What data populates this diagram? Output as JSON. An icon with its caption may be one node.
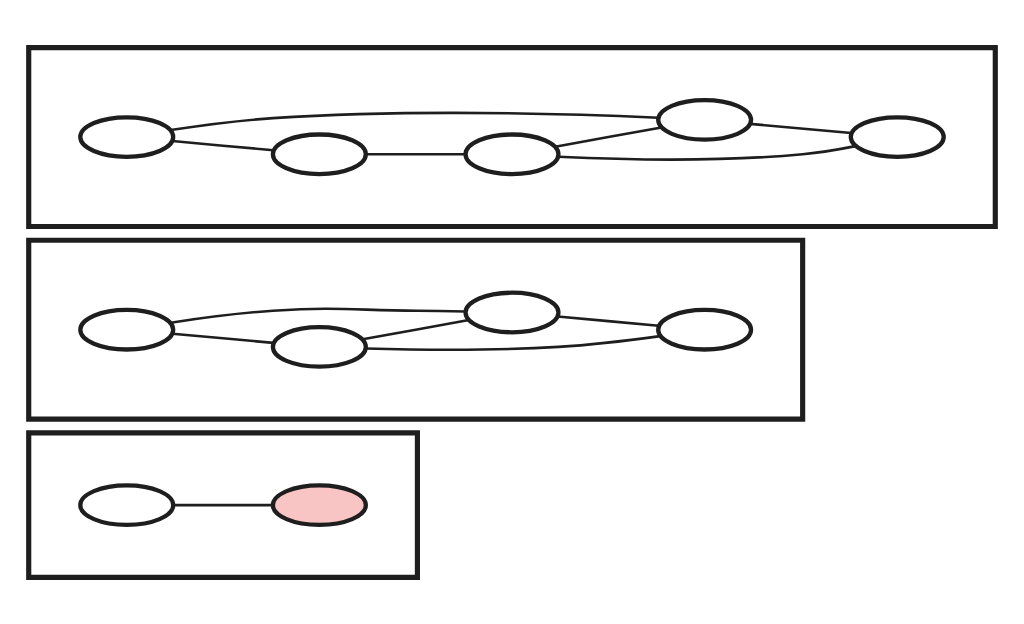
{
  "diagram": {
    "nodes": [
      {
        "text": [],
        "shape": "parallelogram"
      },
      {
        "text": [],
        "shape": "ellipse",
        "in": 0
      },
      {
        "text": [],
        "shape": "ellipse",
        "in": 0
      },
      {
        "text": [],
        "shape": "parallelogram"
      },
      {
        "text": [],
        "shape": "ellipse",
        "in": 3
      },
      {
        "text": [],
        "shape": "ellipse",
        "in": 3
      },
      {
        "text": [],
        "shape": "ellipse",
        "in": 3
      },
      {
        "text": [],
        "shape": "ellipse",
        "in": 3
      },
      {
        "text": [],
        "shape": "parallelogram"
      },
      {
        "text": [],
        "shape": "ellipse",
        "in": 8
      },
      {
        "text": [],
        "shape": "ellipse",
        "in": 8
      },
      {
        "text": [],
        "shape": "ellipse",
        "in": 8
      },
      {
        "text": [],
        "shape": "ellipse",
        "in": 8
      },
      {
        "text": [],
        "shape": "ellipse",
        "in": 8
      }
    ],
    "edges": [
      {
        "from": 1,
        "to": 2,
        "arrow": "none"
      },
      {
        "from": 4,
        "to": 5,
        "arrow": "none"
      },
      {
        "from": 4,
        "to": 7,
        "arrow": "none"
      },
      {
        "from": 5,
        "to": 6,
        "arrow": "none"
      },
      {
        "from": 5,
        "to": 7,
        "arrow": "none"
      },
      {
        "from": 7,
        "to": 6,
        "arrow": "none"
      },
      {
        "from": 9,
        "to": 10,
        "arrow": "none"
      },
      {
        "from": 9,
        "to": 13,
        "arrow": "none"
      },
      {
        "from": 10,
        "to": 11,
        "arrow": "none"
      },
      {
        "from": 11,
        "to": 12,
        "arrow": "none"
      },
      {
        "from": 11,
        "to": 13,
        "arrow": "none"
      },
      {
        "from": 13,
        "to": 12,
        "arrow": "none"
      }
    ]
  }
}
